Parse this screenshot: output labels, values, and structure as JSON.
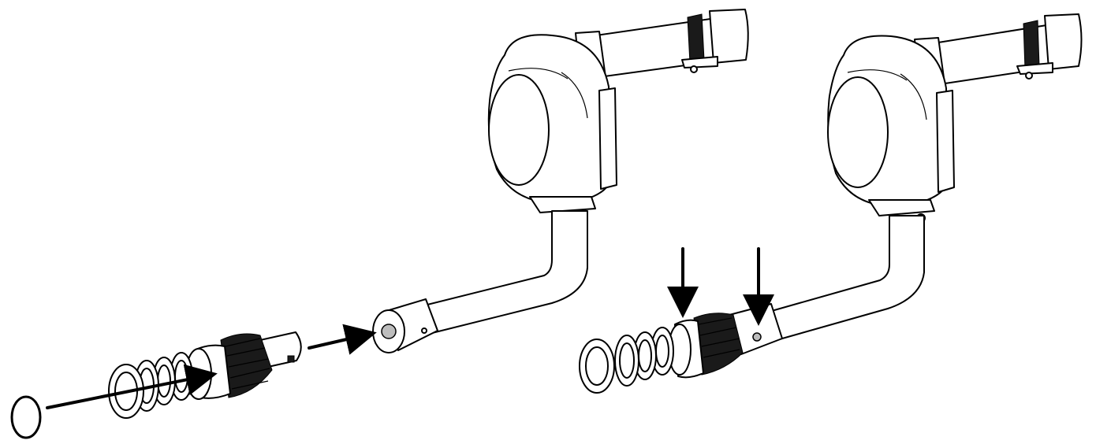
{
  "figure": {
    "background": "#ffffff",
    "line_color": "#000000",
    "callouts": [
      {
        "name": "o-ring-callout",
        "label": "O"
      }
    ],
    "arrows": [
      {
        "name": "insert-o-ring-arrow",
        "meaning": "install"
      },
      {
        "name": "insert-cartridge-arrow",
        "meaning": "install"
      },
      {
        "name": "alignment-arrow-cartridge",
        "meaning": "point"
      },
      {
        "name": "alignment-arrow-hole",
        "meaning": "point"
      }
    ]
  }
}
